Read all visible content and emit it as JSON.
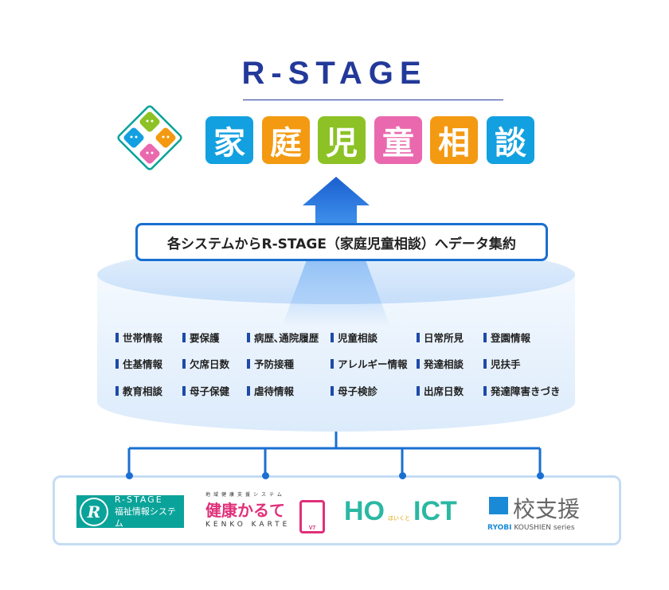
{
  "title": "R-STAGE",
  "product_tiles": [
    {
      "char": "家",
      "color": "#12a0e0"
    },
    {
      "char": "庭",
      "color": "#f39a12"
    },
    {
      "char": "児",
      "color": "#8cc225"
    },
    {
      "char": "童",
      "color": "#ea68ae"
    },
    {
      "char": "相",
      "color": "#f39a12"
    },
    {
      "char": "談",
      "color": "#12a0e0"
    }
  ],
  "banner": "各システムからR-STAGE（家庭児童相談）へデータ集約",
  "items": [
    [
      "世帯情報",
      "要保護",
      "病歴､通院履歴",
      "児童相談",
      "日常所見",
      "登園情報"
    ],
    [
      "住基情報",
      "欠席日数",
      "予防接種",
      "アレルギー情報",
      "発達相談",
      "児扶手"
    ],
    [
      "教育相談",
      "母子保健",
      "虐待情報",
      "母子検診",
      "出席日数",
      "発達障害きづき"
    ]
  ],
  "logos": {
    "rstage": {
      "letter": "R",
      "line1": "R-STAGE",
      "line2": "福祉情報システム"
    },
    "kenko": {
      "sub": "地域健康支援システム",
      "main": "健康かるて",
      "roman": "KENKO KARTE",
      "ver": "V7"
    },
    "hoict": {
      "left": "HO",
      "right": "ICT",
      "sub": "ほいくと"
    },
    "koushien": {
      "main": "校支援",
      "brand": "RYOBI",
      "series": "KOUSHIEN series"
    }
  },
  "colors": {
    "navy": "#23399a",
    "blue": "#1a6fd1",
    "teal": "#0aa39a"
  }
}
